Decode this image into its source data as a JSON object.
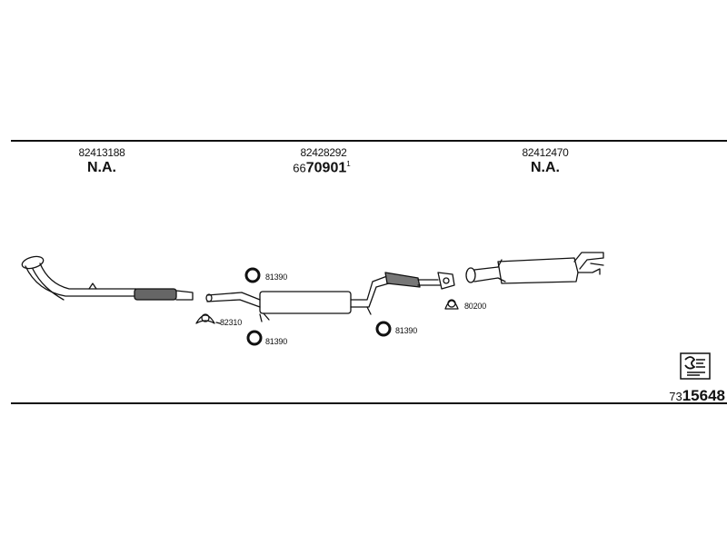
{
  "header": {
    "left": {
      "part_number": "82413188",
      "availability": "N.A."
    },
    "middle": {
      "part_number": "82428292",
      "code_prefix": "66",
      "code_main": "70901",
      "code_superscript": "1"
    },
    "right": {
      "part_number": "82412470",
      "availability": "N.A."
    }
  },
  "parts": [
    {
      "label": "81390"
    },
    {
      "label": "82310"
    },
    {
      "label": "81390"
    },
    {
      "label": "81390"
    },
    {
      "label": "80200"
    }
  ],
  "footer": {
    "code_prefix": "73",
    "code_main": "15648"
  },
  "colors": {
    "line": "#111111",
    "fill": "#555555",
    "background": "#ffffff"
  },
  "icons": [
    "clamp-ring-icon",
    "gasket-icon",
    "flange-gasket-icon",
    "catalog-logo-icon"
  ]
}
